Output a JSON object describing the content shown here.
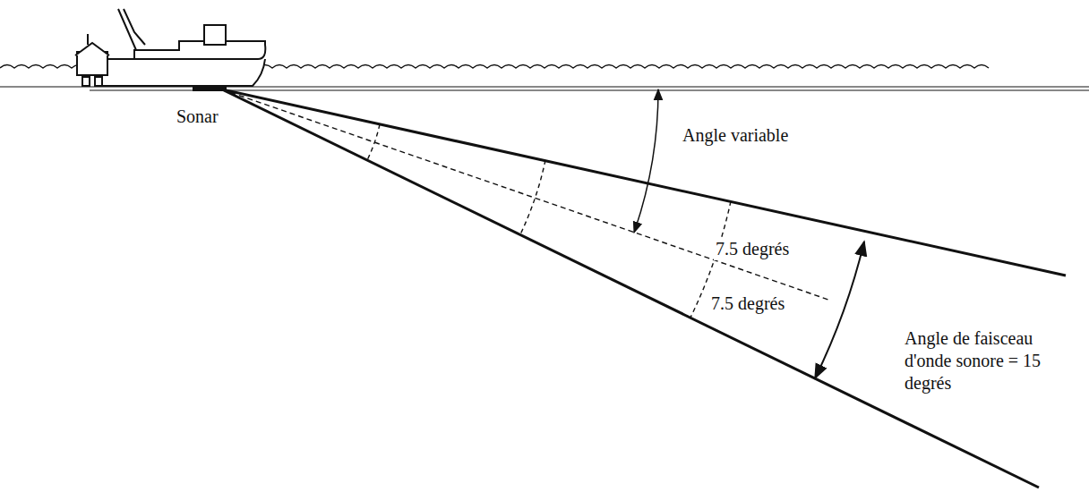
{
  "diagram": {
    "labels": [
      "Sonar",
      "Angle variable",
      "7.5 degrés",
      "7.5 degrés",
      "Angle de faisceau d'onde sonore = 15 degrés"
    ]
  }
}
